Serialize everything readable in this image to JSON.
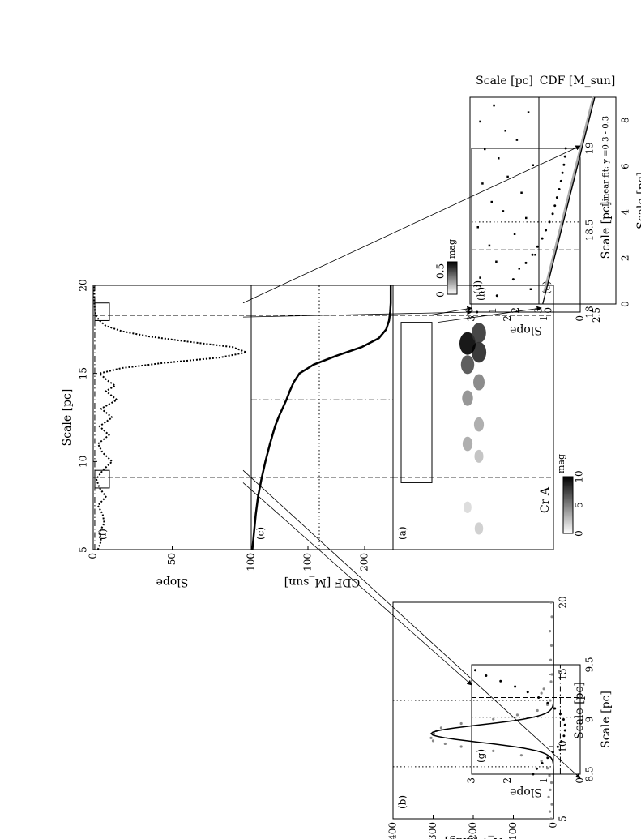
{
  "figure": {
    "orientation": "rotated-90-counterclockwise",
    "region_label": "Cr A"
  },
  "chart_data": [
    {
      "id": "a",
      "panel_label": "(a)",
      "type": "heatmap",
      "xlabel": "",
      "ylabel": "",
      "xlim": [
        5,
        20
      ],
      "colorbar": {
        "ticks": [
          0,
          5,
          10
        ],
        "unit": "mag",
        "range": [
          0,
          10
        ]
      },
      "annotation": "Cr A",
      "blobs": [
        {
          "x": 6.2,
          "level": 0.2
        },
        {
          "x": 7.4,
          "level": 0.15
        },
        {
          "x": 10.3,
          "level": 0.25
        },
        {
          "x": 11.0,
          "level": 0.35
        },
        {
          "x": 12.1,
          "level": 0.35
        },
        {
          "x": 13.6,
          "level": 0.45
        },
        {
          "x": 14.5,
          "level": 0.5
        },
        {
          "x": 15.5,
          "level": 0.7
        },
        {
          "x": 16.2,
          "level": 0.85
        },
        {
          "x": 16.7,
          "level": 1.0
        },
        {
          "x": 17.3,
          "level": 0.8
        }
      ],
      "inset_box_xrange": [
        8.8,
        17.9
      ],
      "vlines_dashed": [
        9.1,
        18.3
      ]
    },
    {
      "id": "b",
      "panel_label": "(b)",
      "type": "scatter",
      "xlabel": "A_v [mag]",
      "ylabel": "Scale [pc]",
      "xlim": [
        0,
        400
      ],
      "ylim": [
        5,
        20
      ],
      "xticks": [
        0,
        100,
        200,
        300,
        400
      ],
      "yticks": [
        5,
        10,
        15,
        20
      ],
      "gaussian_fit": {
        "amplitude": 305,
        "center": 10.9,
        "sigma": 0.6
      },
      "hlines_dotted": [
        8.6,
        13.2
      ],
      "points": [
        [
          5,
          6
        ],
        [
          5.5,
          9
        ],
        [
          6,
          4
        ],
        [
          6.5,
          12
        ],
        [
          7,
          8
        ],
        [
          7.5,
          5
        ],
        [
          8,
          10
        ],
        [
          8.5,
          15
        ],
        [
          9.0,
          30
        ],
        [
          9.4,
          80
        ],
        [
          9.7,
          150
        ],
        [
          10.0,
          230
        ],
        [
          10.2,
          270
        ],
        [
          10.4,
          300
        ],
        [
          10.6,
          305
        ],
        [
          10.9,
          298
        ],
        [
          11.1,
          292
        ],
        [
          11.3,
          280
        ],
        [
          11.6,
          230
        ],
        [
          11.9,
          150
        ],
        [
          12.2,
          90
        ],
        [
          12.5,
          40
        ],
        [
          12.9,
          15
        ],
        [
          13.2,
          8
        ],
        [
          13.7,
          30
        ],
        [
          14.0,
          24
        ],
        [
          14.5,
          6
        ],
        [
          15,
          4
        ],
        [
          16,
          7
        ],
        [
          17,
          5
        ],
        [
          18,
          9
        ],
        [
          19,
          4
        ],
        [
          20,
          6
        ]
      ]
    },
    {
      "id": "c",
      "panel_label": "(c)",
      "type": "line",
      "xlabel": "",
      "ylabel": "CDF [M_sun]",
      "xlim": [
        5,
        20
      ],
      "ylim": [
        0,
        250
      ],
      "yticks": [
        0,
        100,
        200
      ],
      "x": [
        5,
        6,
        7,
        8,
        9,
        10,
        11,
        12,
        12.5,
        13,
        13.5,
        14,
        14.5,
        15,
        15.5,
        16,
        16.5,
        17,
        17.5,
        18,
        18.5,
        19,
        20
      ],
      "y": [
        2,
        5,
        8,
        12,
        18,
        25,
        33,
        42,
        48,
        55,
        62,
        68,
        75,
        85,
        110,
        150,
        195,
        225,
        238,
        243,
        245,
        246,
        246
      ],
      "hline_dotted": 120,
      "vline_dashdot": 13.5,
      "vlines_dashed": [
        9.1,
        18.3
      ]
    },
    {
      "id": "f",
      "panel_label": "(f)",
      "type": "line",
      "xlabel": "Scale [pc]",
      "ylabel": "Slope",
      "xlim": [
        5,
        20
      ],
      "ylim": [
        0,
        100
      ],
      "xticks": [
        5,
        10,
        15,
        20
      ],
      "yticks": [
        0,
        50,
        100
      ],
      "x": [
        5,
        5.5,
        6,
        6.5,
        7,
        7.5,
        8,
        8.5,
        9,
        9.5,
        10,
        10.5,
        11,
        11.5,
        12,
        12.5,
        13,
        13.5,
        14,
        14.3,
        14.6,
        15,
        15.3,
        15.6,
        15.9,
        16.2,
        16.5,
        16.8,
        17.1,
        17.4,
        17.7,
        18,
        18.3,
        18.6,
        19,
        20
      ],
      "y": [
        3,
        5,
        4,
        7,
        6,
        3,
        8,
        4,
        2,
        6,
        12,
        6,
        3,
        10,
        4,
        12,
        5,
        15,
        8,
        14,
        9,
        4,
        18,
        45,
        80,
        97,
        88,
        60,
        35,
        18,
        8,
        4,
        1.5,
        1,
        0.8,
        0.5
      ],
      "hline_dashdot": 1,
      "vlines_dashed": [
        9.1,
        18.3
      ],
      "zoom_boxes_xrange": [
        [
          8.5,
          9.5
        ],
        [
          18.0,
          19.0
        ]
      ]
    },
    {
      "id": "d",
      "panel_label": "(d)",
      "type": "heatmap",
      "xlabel": "",
      "ylabel": "Scale [pc]",
      "xlim": [
        0,
        9
      ],
      "ylim": [
        0,
        3
      ],
      "yticks": [
        0,
        1,
        2,
        3
      ],
      "colorbar": {
        "ticks": [
          0,
          0.5
        ],
        "unit": "mag",
        "range": [
          0,
          0.7
        ]
      },
      "dots": [
        [
          0.6,
          2.6
        ],
        [
          1.1,
          0.4
        ],
        [
          1.5,
          2.1
        ],
        [
          1.8,
          1.1
        ],
        [
          2.1,
          2.8
        ],
        [
          2.5,
          0.8
        ],
        [
          3.0,
          1.9
        ],
        [
          3.3,
          0.3
        ],
        [
          3.7,
          2.4
        ],
        [
          4.0,
          1.4
        ],
        [
          4.4,
          0.9
        ],
        [
          4.8,
          2.2
        ],
        [
          5.2,
          0.5
        ],
        [
          5.5,
          1.6
        ],
        [
          6.0,
          2.7
        ],
        [
          6.3,
          1.2
        ],
        [
          6.7,
          0.6
        ],
        [
          7.1,
          2.0
        ],
        [
          7.5,
          1.5
        ],
        [
          7.9,
          0.4
        ],
        [
          8.3,
          2.5
        ],
        [
          8.6,
          1.0
        ]
      ]
    },
    {
      "id": "e",
      "panel_label": "(e)",
      "type": "line",
      "xlabel": "Scale [pc]",
      "ylabel": "CDF [M_sun]",
      "xlim": [
        0,
        9
      ],
      "ylim": [
        -0.5,
        3.5
      ],
      "xticks": [
        0,
        2,
        4,
        6,
        8
      ],
      "yticks": [
        0,
        2.5
      ],
      "annotation": "Linear fit: y =0.3 - 0.3",
      "data_x": [
        0.5,
        1,
        1.5,
        2,
        2.5,
        3,
        3.5,
        4,
        4.5,
        5,
        5.5,
        6,
        6.5,
        7,
        7.5,
        8,
        8.5,
        9
      ],
      "data_y": [
        -0.2,
        -0.05,
        0.1,
        0.25,
        0.4,
        0.55,
        0.7,
        0.85,
        1.0,
        1.15,
        1.3,
        1.45,
        1.6,
        1.75,
        1.9,
        2.05,
        2.2,
        2.35
      ],
      "fit_x": [
        0,
        9
      ],
      "fit_y": [
        -0.3,
        2.4
      ]
    },
    {
      "id": "g",
      "panel_label": "(g)",
      "type": "scatter",
      "xlabel": "Scale [pc]",
      "ylabel": "Slope",
      "xlim": [
        8.5,
        9.5
      ],
      "ylim": [
        0,
        3
      ],
      "xticks": [
        8.5,
        9,
        9.5
      ],
      "yticks": [
        0,
        1,
        2,
        3
      ],
      "points": [
        [
          8.5,
          1.3
        ],
        [
          8.55,
          1.2
        ],
        [
          8.6,
          1.05
        ],
        [
          8.65,
          0.9
        ],
        [
          8.7,
          0.75
        ],
        [
          8.75,
          0.62
        ],
        [
          8.8,
          0.52
        ],
        [
          8.85,
          0.45
        ],
        [
          8.9,
          0.42
        ],
        [
          8.95,
          0.42
        ],
        [
          9.0,
          0.46
        ],
        [
          9.05,
          0.55
        ],
        [
          9.1,
          0.7
        ],
        [
          9.15,
          0.9
        ],
        [
          9.2,
          1.15
        ],
        [
          9.25,
          1.45
        ],
        [
          9.3,
          1.8
        ],
        [
          9.35,
          2.2
        ],
        [
          9.4,
          2.6
        ],
        [
          9.45,
          2.9
        ]
      ],
      "hline_dashdot": 0.55,
      "vline_dotted": 9.02,
      "vline_dashed": 9.2
    },
    {
      "id": "h",
      "panel_label": "(h)",
      "type": "scatter",
      "xlabel": "Scale [pc]",
      "ylabel": "Slope",
      "xlim": [
        18,
        19
      ],
      "ylim": [
        0,
        3
      ],
      "xticks": [
        18,
        18.5,
        19
      ],
      "yticks": [
        0,
        1,
        2,
        3
      ],
      "points": [
        [
          18.0,
          2.85
        ],
        [
          18.1,
          2.3
        ],
        [
          18.2,
          1.85
        ],
        [
          18.3,
          1.5
        ],
        [
          18.35,
          1.32
        ],
        [
          18.4,
          1.18
        ],
        [
          18.45,
          1.05
        ],
        [
          18.5,
          0.95
        ],
        [
          18.55,
          0.85
        ],
        [
          18.6,
          0.76
        ],
        [
          18.65,
          0.7
        ],
        [
          18.7,
          0.64
        ],
        [
          18.75,
          0.58
        ],
        [
          18.8,
          0.53
        ],
        [
          18.85,
          0.49
        ],
        [
          18.9,
          0.45
        ],
        [
          18.95,
          0.42
        ],
        [
          19.0,
          0.4
        ]
      ],
      "hline_dashdot": 0.75,
      "vline_dotted": 18.55,
      "vline_dashed": 18.38
    }
  ]
}
